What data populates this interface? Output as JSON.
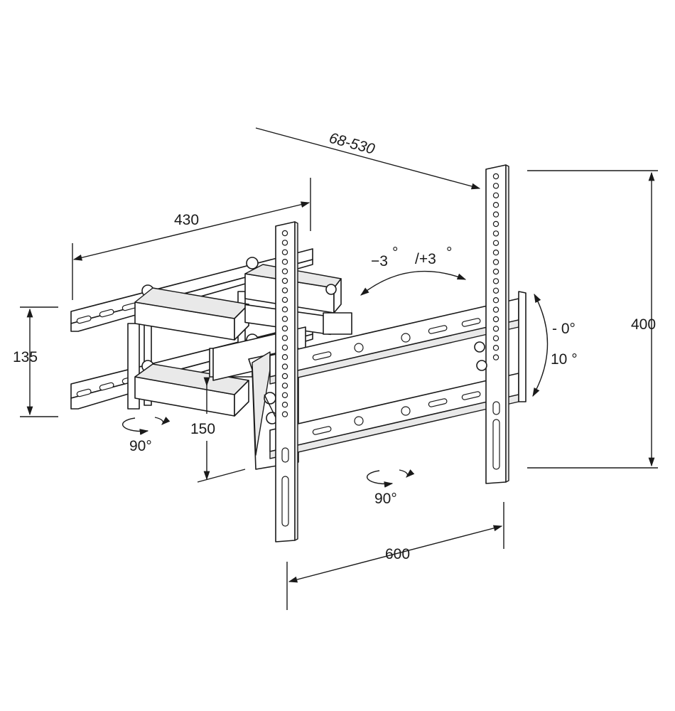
{
  "dimensions": {
    "arm_extension": "68-530",
    "wall_plate_depth": "430",
    "wall_plate_height": "135",
    "vertical_offset": "150",
    "tv_bracket_width": "600",
    "tv_bracket_height": "400"
  },
  "angles": {
    "level_minus": "−3",
    "level_plus": "/+3",
    "tilt_up": "- 0°",
    "tilt_down": "10 °",
    "wall_swivel": "90°",
    "bracket_swivel": "90°"
  },
  "degree_symbol": "°"
}
